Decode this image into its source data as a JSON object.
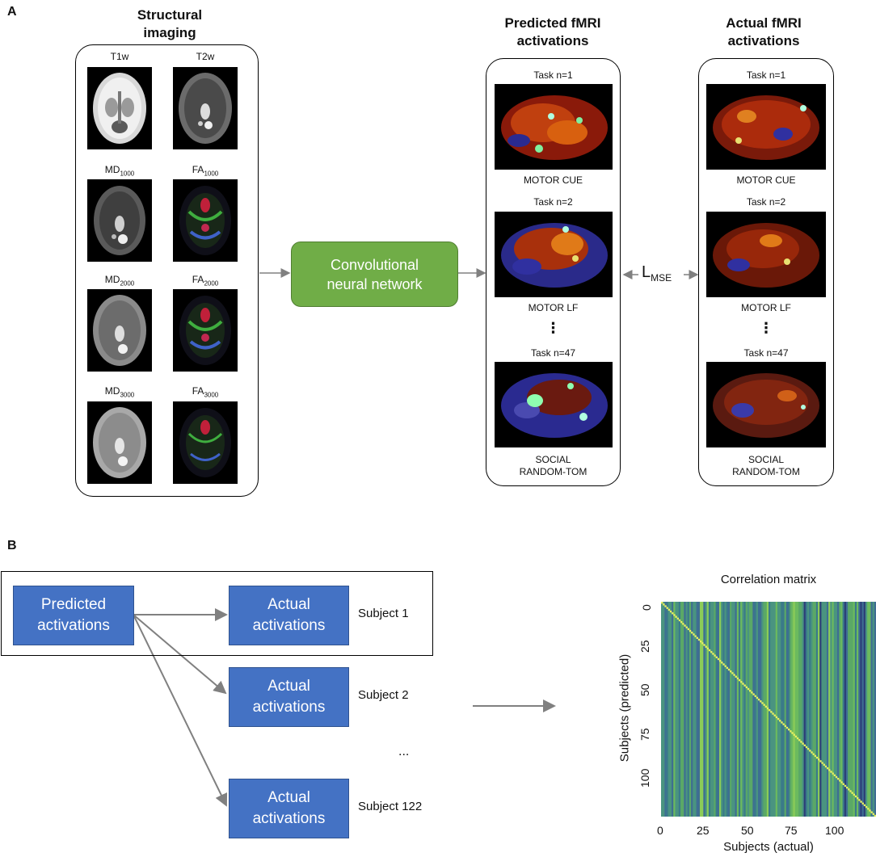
{
  "panel_a": {
    "label": "A",
    "structural": {
      "title_line1": "Structural",
      "title_line2": "imaging",
      "images": [
        {
          "label": "T1w",
          "sub": ""
        },
        {
          "label": "T2w",
          "sub": ""
        },
        {
          "label": "MD",
          "sub": "1000"
        },
        {
          "label": "FA",
          "sub": "1000"
        },
        {
          "label": "MD",
          "sub": "2000"
        },
        {
          "label": "FA",
          "sub": "2000"
        },
        {
          "label": "MD",
          "sub": "3000"
        },
        {
          "label": "FA",
          "sub": "3000"
        }
      ]
    },
    "cnn_line1": "Convolutional",
    "cnn_line2": "neural network",
    "predicted": {
      "title_line1": "Predicted fMRI",
      "title_line2": "activations",
      "tasks": [
        {
          "task": "Task n=1",
          "caption1": "MOTOR CUE",
          "caption2": ""
        },
        {
          "task": "Task n=2",
          "caption1": "MOTOR LF",
          "caption2": ""
        },
        {
          "task": "Task n=47",
          "caption1": "SOCIAL",
          "caption2": "RANDOM-TOM"
        }
      ],
      "dots": "⋮"
    },
    "loss_main": "L",
    "loss_sub": "MSE",
    "actual": {
      "title_line1": "Actual fMRI",
      "title_line2": "activations",
      "tasks": [
        {
          "task": "Task n=1",
          "caption1": "MOTOR CUE",
          "caption2": ""
        },
        {
          "task": "Task n=2",
          "caption1": "MOTOR LF",
          "caption2": ""
        },
        {
          "task": "Task n=47",
          "caption1": "SOCIAL",
          "caption2": "RANDOM-TOM"
        }
      ],
      "dots": "⋮"
    }
  },
  "panel_b": {
    "label": "B",
    "predicted_line1": "Predicted",
    "predicted_line2": "activations",
    "actual_line1": "Actual",
    "actual_line2": "activations",
    "subjects": [
      "Subject 1",
      "Subject 2",
      "Subject 122"
    ],
    "ellipsis": "...",
    "matrix": {
      "title": "Correlation matrix",
      "xlabel": "Subjects (actual)",
      "ylabel": "Subjects (predicted)",
      "xticks": [
        "0",
        "25",
        "50",
        "75",
        "100"
      ],
      "yticks": [
        "0",
        "25",
        "50",
        "75",
        "100"
      ],
      "n_subjects": 122
    }
  }
}
